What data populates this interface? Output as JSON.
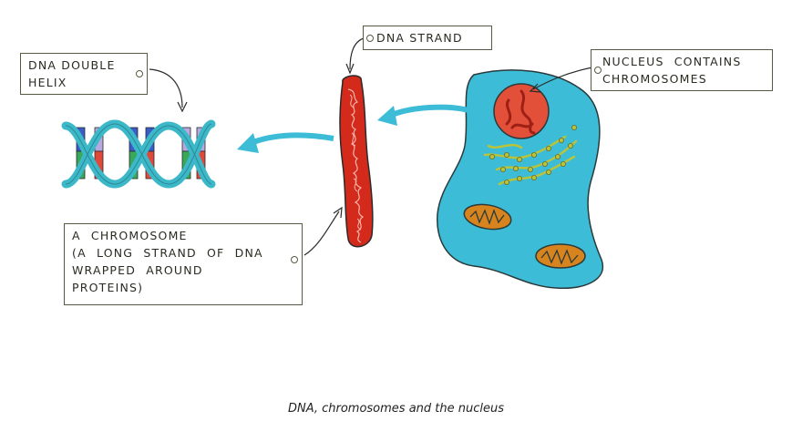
{
  "labels": {
    "dna_double_helix": "DNA DOUBLE\nHELIX",
    "dna_strand": "DNA STRAND",
    "nucleus": "NUCLEUS CONTAINS\nCHROMOSOMES",
    "chromosome": "A CHROMOSOME\n(A LONG STRAND OF DNA\nWRAPPED AROUND\nPROTEINS)"
  },
  "caption": "DNA, chromosomes and the nucleus",
  "colors": {
    "cell_fill": "#3cbcd6",
    "cell_outline": "#2a3a3a",
    "nucleus_fill": "#e2503a",
    "chromosome_fill": "#d42a1c",
    "arrow": "#3cbcd6",
    "helix_backbone": "#3cb8c8",
    "base_green": "#3aa85a",
    "base_red": "#e0483a",
    "base_blue": "#3a5cc8",
    "base_lilac": "#b8a8e0",
    "mitochondria": "#d7841f",
    "er": "#b9c43a"
  }
}
